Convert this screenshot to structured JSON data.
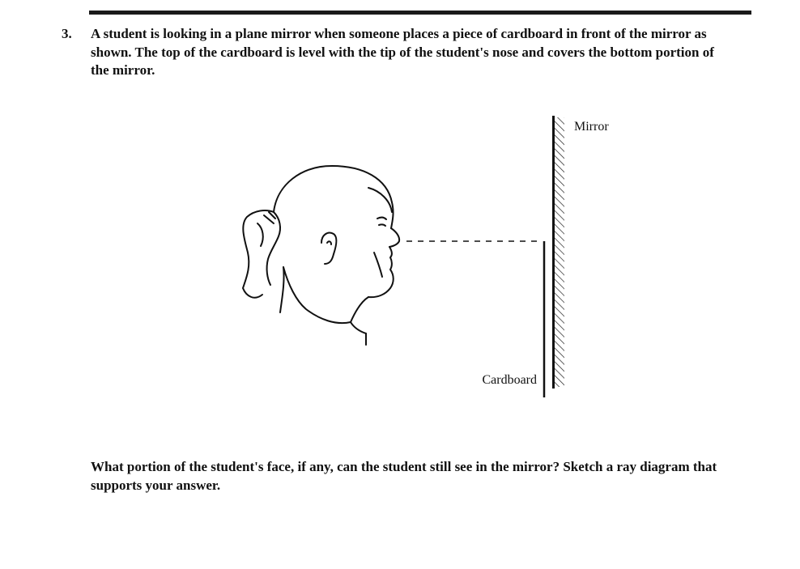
{
  "question": {
    "number": "3.",
    "text": "A student is looking in a plane mirror when someone places a piece of cardboard in front of the mirror as shown.  The top of the cardboard is level with the tip of the student's nose and covers the bottom portion of the mirror."
  },
  "figure": {
    "mirror_label": "Mirror",
    "cardboard_label": "Cardboard",
    "icons": [
      "student-head-profile",
      "mirror-hatched",
      "cardboard-line",
      "sightline-dashed"
    ]
  },
  "followup": {
    "text": "What portion of the student's face, if any, can the student still see in the mirror?  Sketch a ray diagram that supports your answer."
  }
}
